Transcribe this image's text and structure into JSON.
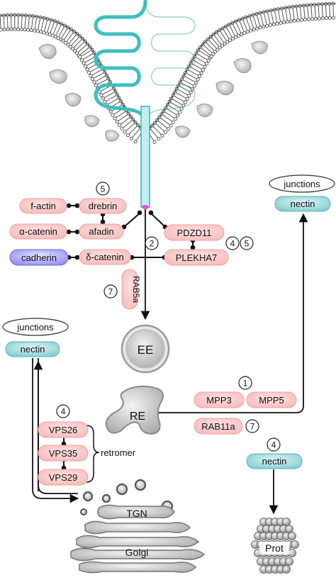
{
  "labels": {
    "f_actin": "f-actin",
    "drebrin": "drebrin",
    "alpha_catenin": "α-catenin",
    "afadin": "afadin",
    "cadherin": "cadherin",
    "delta_catenin": "δ-catenin",
    "pdzd11": "PDZD11",
    "plekha7": "PLEKHA7",
    "rab5a": "RAB5a",
    "ee": "EE",
    "re": "RE",
    "mpp3": "MPP3",
    "mpp5": "MPP5",
    "rab11a": "RAB11a",
    "vps26": "VPS26",
    "vps35": "VPS35",
    "vps29": "VPS29",
    "retromer": "retromer",
    "tgn": "TGN",
    "golgi": "Golgi",
    "prot": "Prot",
    "junctions_left": "junctions",
    "junctions_right": "junctions",
    "nectin_left": "nectin",
    "nectin_right": "nectin",
    "nectin_bottom": "nectin"
  },
  "refs": {
    "ref_drebrin": "5",
    "ref_path": "2",
    "ref_pdzd11_a": "4",
    "ref_pdzd11_b": "5",
    "ref_rab5a": "7",
    "ref_retromer": "4",
    "ref_mpp": "1",
    "ref_rab11a": "7",
    "ref_prot": "4"
  },
  "colors": {
    "protein_fill": "#f9c9c9",
    "protein_stroke": "#f0a2a2",
    "cadherin_fill": "#a9a6f2",
    "nectin_fill": "#8fd0d2",
    "receptor": "#3fbfc1",
    "membrane": "#555555",
    "endosome": "#c8c8c8"
  }
}
